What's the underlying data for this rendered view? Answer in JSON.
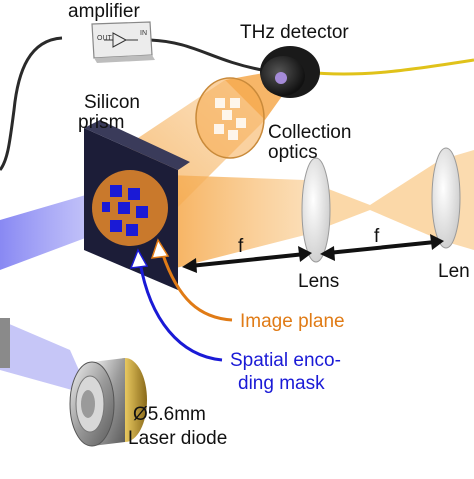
{
  "labels": {
    "amplifier": "amplifier",
    "amp_out": "OUT",
    "amp_in": "IN",
    "thz_detector": "THz detector",
    "silicon_prism_1": "Silicon",
    "silicon_prism_2": "prism",
    "collection_optics_1": "Collection",
    "collection_optics_2": "optics",
    "f_left": "f",
    "f_right": "f",
    "lens_1": "Lens",
    "lens_2": "Len",
    "image_plane": "Image plane",
    "mask_1": "Spatial enco-",
    "mask_2": "ding mask",
    "laser_1": "Ø5.6mm",
    "laser_2": "Laser diode"
  },
  "colors": {
    "thz_beam": "#f5a442",
    "laser_beam": "#6b6bf0",
    "image_plane_arrow": "#e07b16",
    "image_plane_text": "#e07b16",
    "mask_arrow": "#1a1ad6",
    "mask_text": "#1a1ad6",
    "cable": "#e0c21a",
    "prism": "#1c1d38"
  }
}
